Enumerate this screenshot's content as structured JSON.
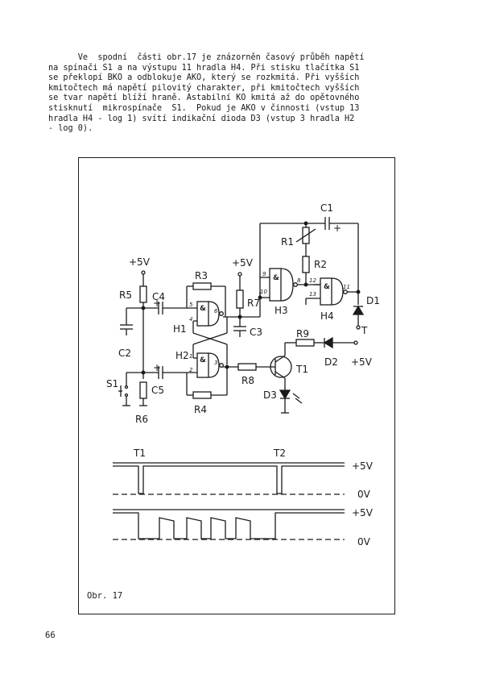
{
  "paragraph": [
    "      Ve  spodní  části obr.17 je znázorněn časový průběh napětí",
    "na spínači S1 a na výstupu 11 hradla H4. Při stisku tlačítka S1",
    "se překlopí BKO a odblokuje AKO, který se rozkmitá. Při vyšších",
    "kmitočtech má napětí pilovitý charakter, při kmitočtech vyšších",
    "se tvar napětí blíží hraně. Astabilní KO kmitá až do opětovného",
    "stisknutí  mikrospínače  S1.  Pokud je AKO v činnosti (vstup 13",
    "hradla H4 - log 1) svítí indikační dioda D3 (vstup 3 hradla H2",
    "- log 0)."
  ],
  "labels": {
    "supply": "+5V",
    "R1": "R1",
    "R2": "R2",
    "R3": "R3",
    "R4": "R4",
    "R5": "R5",
    "R6": "R6",
    "R7": "R7",
    "R8": "R8",
    "R9": "R9",
    "C1": "C1",
    "C2": "C2",
    "C3": "C3",
    "C4": "C4",
    "C5": "C5",
    "H1": "H1",
    "H2": "H2",
    "H3": "H3",
    "H4": "H4",
    "D1": "D1",
    "D2": "D2",
    "D3": "D3",
    "T": "T",
    "T1": "T1",
    "S1": "S1",
    "gate": "&",
    "plus": "+"
  },
  "pins": {
    "p1": "1",
    "p2": "2",
    "p3": "3",
    "p4": "4",
    "p5": "5",
    "p6": "6",
    "p8": "8",
    "p9": "9",
    "p10": "10",
    "p11": "11",
    "p12": "12",
    "p13": "13"
  },
  "timing": {
    "marker1": "T1",
    "marker2": "T2",
    "high": "+5V",
    "low": "0V"
  },
  "caption": "Obr. 17",
  "page_number": "66"
}
